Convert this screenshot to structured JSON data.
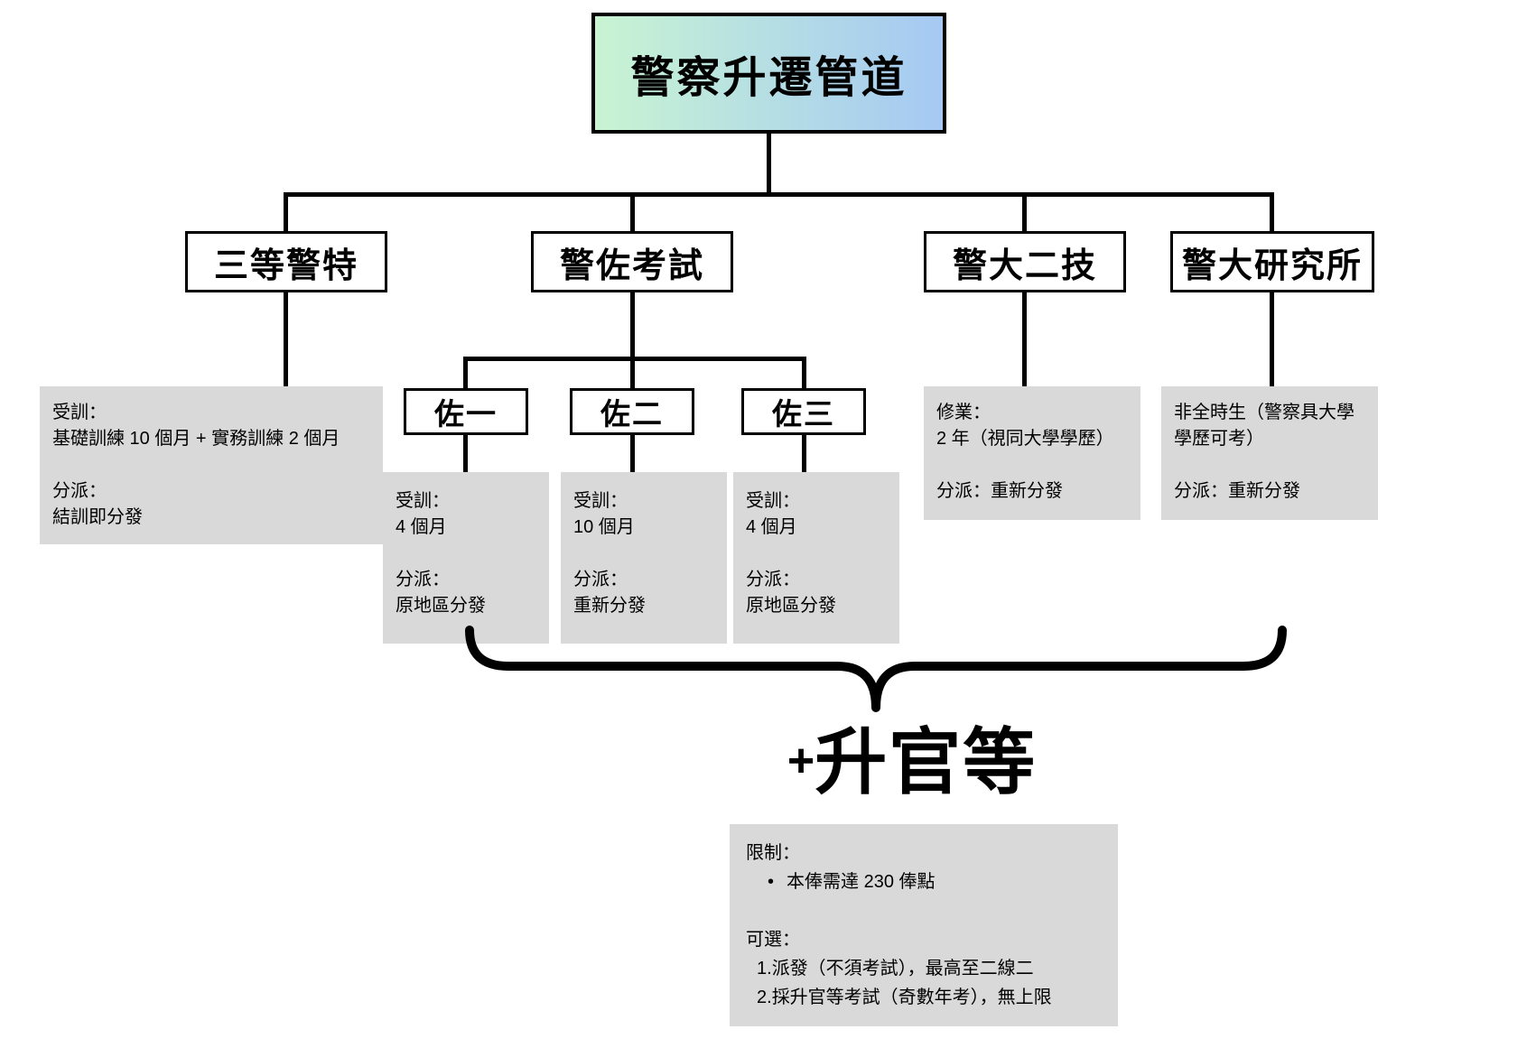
{
  "title": "警察升遷管道",
  "branches": {
    "santeng": "三等警特",
    "jingzuo": "警佐考試",
    "erji": "警大二技",
    "yanjiusuo": "警大研究所"
  },
  "sub": {
    "zuo1": "佐一",
    "zuo2": "佐二",
    "zuo3": "佐三"
  },
  "info": {
    "santeng": [
      "受訓：",
      "基礎訓練 10 個月 + 實務訓練 2 個月",
      "",
      "分派：",
      "結訓即分發"
    ],
    "zuo1": [
      "受訓：",
      "4 個月",
      "",
      "分派：",
      "原地區分發"
    ],
    "zuo2": [
      "受訓：",
      "10 個月",
      "",
      "分派：",
      "重新分發"
    ],
    "zuo3": [
      "受訓：",
      "4 個月",
      "",
      "分派：",
      "原地區分發"
    ],
    "erji": [
      "修業：",
      "2 年（視同大學學歷）",
      "",
      "分派：重新分發"
    ],
    "yanjiusuo": [
      "非全時生（警察具大學學歷可考）",
      "",
      "分派：重新分發"
    ]
  },
  "promotion": {
    "plus": "+",
    "title": "升官等",
    "limit_label": "限制：",
    "bullet": "•",
    "limit_item": "本俸需達 230 俸點",
    "choose_label": "可選：",
    "options": [
      {
        "num": "1.",
        "text": "派發（不須考試），最高至二線二"
      },
      {
        "num": "2.",
        "text": "採升官等考試（奇數年考），無上限"
      }
    ]
  },
  "colors": {
    "info_box_gray": "#d9d9d9",
    "title_gradient_start": "#c9f4d2",
    "title_gradient_end": "#a5c9f3",
    "connector_black": "#000000"
  }
}
